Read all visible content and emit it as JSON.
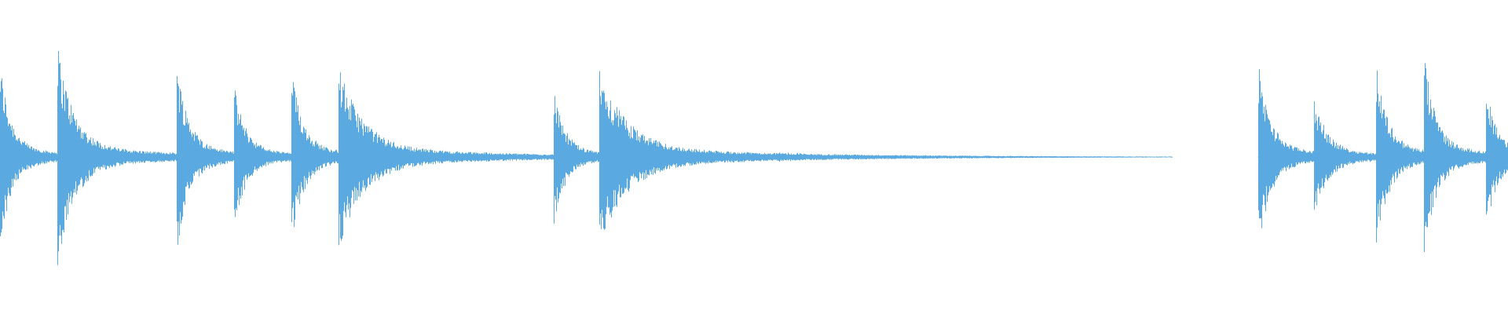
{
  "waveform": {
    "color": "#5aa9e0",
    "background": "#ffffff",
    "transients": [
      {
        "t": 0.0,
        "peak": 0.72,
        "decay": 0.02
      },
      {
        "t": 0.038,
        "peak": 0.86,
        "decay": 0.03
      },
      {
        "t": 0.117,
        "peak": 0.74,
        "decay": 0.022
      },
      {
        "t": 0.155,
        "peak": 0.55,
        "decay": 0.022
      },
      {
        "t": 0.193,
        "peak": 0.68,
        "decay": 0.022
      },
      {
        "t": 0.224,
        "peak": 0.72,
        "decay": 0.045
      },
      {
        "t": 0.367,
        "peak": 0.55,
        "decay": 0.02
      },
      {
        "t": 0.397,
        "peak": 0.7,
        "decay": 0.05
      },
      {
        "t": 0.834,
        "peak": 0.75,
        "decay": 0.022
      },
      {
        "t": 0.871,
        "peak": 0.47,
        "decay": 0.025
      },
      {
        "t": 0.912,
        "peak": 0.75,
        "decay": 0.022
      },
      {
        "t": 0.944,
        "peak": 0.8,
        "decay": 0.022
      },
      {
        "t": 0.985,
        "peak": 0.59,
        "decay": 0.02
      }
    ],
    "sustain_regions": [
      {
        "from": 0.0,
        "to": 0.325,
        "level": 0.03
      },
      {
        "from": 0.367,
        "to": 0.531,
        "level": 0.03
      },
      {
        "from": 0.834,
        "to": 1.0,
        "level": 0.03
      }
    ]
  }
}
